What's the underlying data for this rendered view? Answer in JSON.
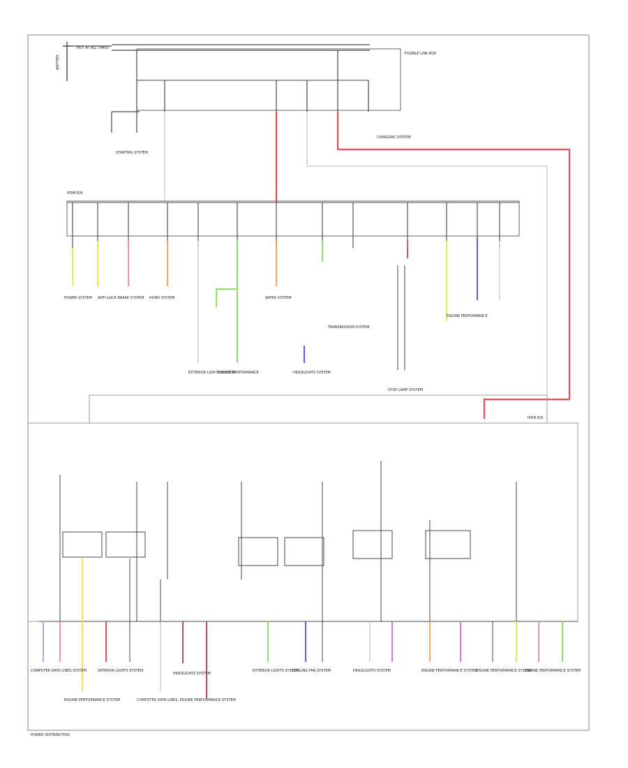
{
  "colors": {
    "frame": "#9a9a9a",
    "wire": "#444444",
    "thin_wire": "#b5b5b5",
    "red": "#ef4a5a",
    "pink": "#f58fb0",
    "yellow": "#ece850",
    "orange": "#f5a86a",
    "green": "#8fe070",
    "blue": "#5a5ef0",
    "magenta": "#e070e8",
    "lightblue": "#a8a8f0"
  },
  "labels": {
    "battery": "BATTERY",
    "hot_at_all_times": "HOT AT ALL TIMES",
    "fuse_block_top": "FUSIBLE LINK BOX",
    "fuse_block_mid": "IPDM E/R",
    "fuse_block_bottom": "IPDM E/R",
    "starting_system": "STARTING SYSTEM",
    "charging_system": "CHARGING SYSTEM",
    "power_distribution": "POWER DISTRIBUTION",
    "bottom_code": "POWER DISTRIBUTION"
  },
  "bottom_labels": [
    "COMPUTER DATA LINES SYSTEM",
    "ENGINE PERFORMANCE SYSTEM",
    "INTERIOR LIGHTS SYSTEM",
    "COMPUTER DATA LINES, ENGINE PERFORMANCE SYSTEM",
    "HEADLIGHTS SYSTEM",
    "EXTERIOR LIGHTS SYSTEM",
    "COOLING FAN SYSTEM",
    "HEADLIGHTS SYSTEM",
    "ENGINE PERFORMANCE SYSTEM",
    "ENGINE PERFORMANCE SYSTEM",
    "ENGINE PERFORMANCE SYSTEM"
  ],
  "mid_labels": [
    "POWER SYSTEM",
    "ANTI-LOCK BRAKE SYSTEM",
    "HORN SYSTEM",
    "EXTERIOR LIGHTS SYSTEM",
    "ENGINE PERFORMANCE",
    "WIPER SYSTEM",
    "HEADLIGHTS SYSTEM",
    "TRANSMISSION SYSTEM",
    "STOP LAMP SYSTEM",
    "ENGINE PERFORMANCE"
  ]
}
